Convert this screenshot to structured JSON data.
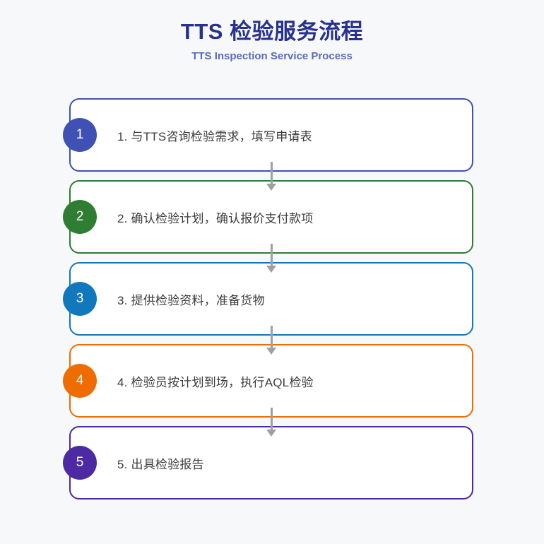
{
  "header": {
    "title": "TTS 检验服务流程",
    "subtitle": "TTS Inspection Service Process"
  },
  "colors": {
    "background": "#f7f8fa",
    "title": "#28318e",
    "subtitle": "#5b6abf",
    "label": "#3c3c3c",
    "arrow": "#a0a0a0",
    "box_background": "#ffffff",
    "number_text": "#ffffff"
  },
  "steps": [
    {
      "number": "1",
      "label": "1. 与TTS咨询检验需求，填写申请表",
      "color": "#3f51b5"
    },
    {
      "number": "2",
      "label": "2. 确认检验计划，确认报价支付款项",
      "color": "#2e7d32"
    },
    {
      "number": "3",
      "label": "3. 提供检验资料，准备货物",
      "color": "#1278be"
    },
    {
      "number": "4",
      "label": "4. 检验员按计划到场，执行AQL检验",
      "color": "#ef6c00"
    },
    {
      "number": "5",
      "label": "5. 出具检验报告",
      "color": "#4b2aa3"
    }
  ]
}
